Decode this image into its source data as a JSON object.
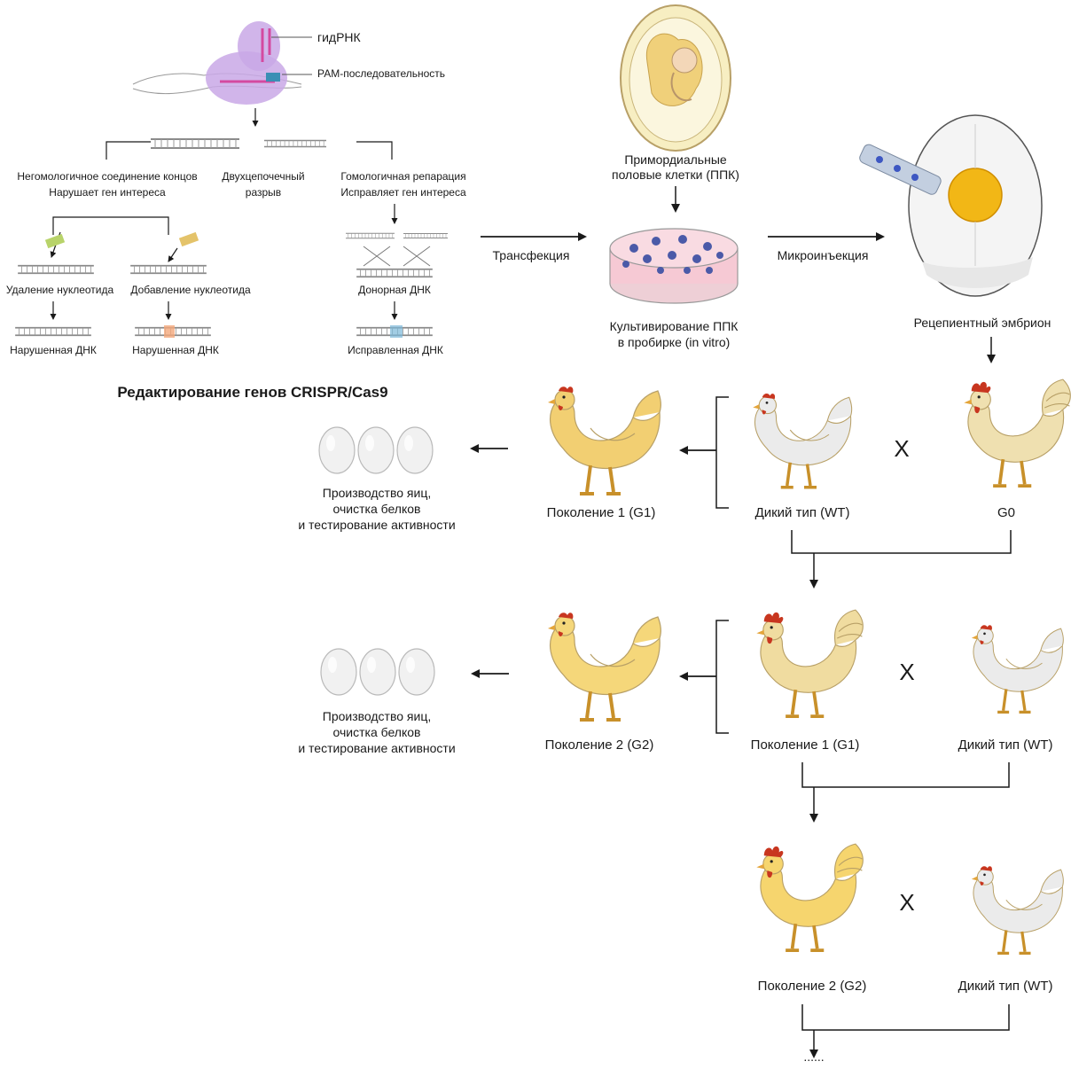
{
  "crispr": {
    "gRNA": "гидРНК",
    "pam": "РАМ-последовательность",
    "nhej_line1": "Негомологичное соединение концов",
    "nhej_line2": "Нарушает ген интереса",
    "dsb_line1": "Двухцепочечный",
    "dsb_line2": "разрыв",
    "hdr_line1": "Гомологичная репарация",
    "hdr_line2": "Исправляет ген интереса",
    "deletion": "Удаление нуклеотида",
    "insertion": "Добавление нуклеотида",
    "donor": "Донорная ДНК",
    "disrupted1": "Нарушенная ДНК",
    "disrupted2": "Нарушенная ДНК",
    "corrected": "Исправленная ДНК",
    "title": "Редактирование генов CRISPR/Cas9"
  },
  "pgc": {
    "line1": "Примордиальные",
    "line2": "половые клетки (ППК)",
    "culture_line1": "Культивирование ППК",
    "culture_line2": "в пробирке (in vitro)",
    "transfection": "Трансфекция",
    "microinjection": "Микроинъекция",
    "recipient": "Рецепиентный эмбрион"
  },
  "breeding": {
    "cross_symbol": "X",
    "row1": {
      "g1": "Поколение 1 (G1)",
      "wt": "Дикий тип (WT)",
      "g0": "G0"
    },
    "row2": {
      "g2": "Поколение 2 (G2)",
      "g1": "Поколение 1 (G1)",
      "wt": "Дикий тип (WT)"
    },
    "row3": {
      "g2": "Поколение 2 (G2)",
      "wt": "Дикий тип (WT)"
    },
    "continue": "......",
    "egg_caption_line1": "Производство яиц,",
    "egg_caption_line2": "очистка белков",
    "egg_caption_line3": "и тестирование активности"
  },
  "colors": {
    "arrow": "#1a1a1a",
    "hen_yellow": "#f2cf72",
    "hen_pale": "#efe0b0",
    "hen_white": "#ebebeb",
    "comb": "#c8361f",
    "petri": "#f6c9d4",
    "cells": "#4b5aa8",
    "yolk": "#f2b716",
    "dna_main": "#8a8a8a",
    "gRNA_pink": "#d44aa0",
    "cas9": "#c9a8e6"
  }
}
